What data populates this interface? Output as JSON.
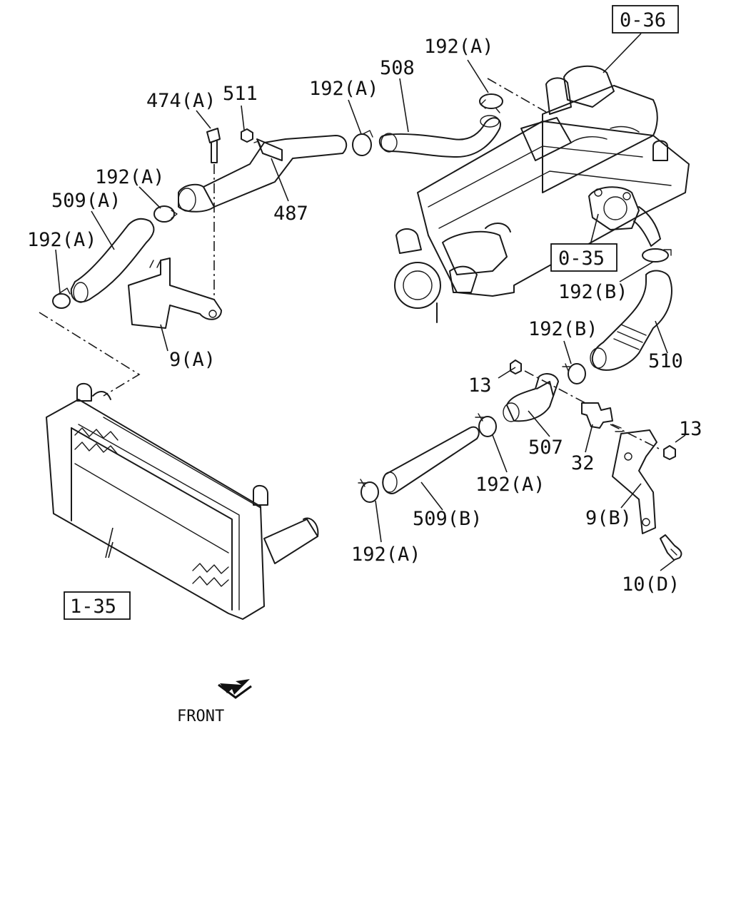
{
  "labels": {
    "ref_036": "0-36",
    "ref_035": "0-35",
    "ref_135": "1-35",
    "p192a_top": "192(A)",
    "p508": "508",
    "p192a_mid": "192(A)",
    "p474a": "474(A)",
    "p511": "511",
    "p192a_left": "192(A)",
    "p509a": "509(A)",
    "p487": "487",
    "p192a_far": "192(A)",
    "p9a": "9(A)",
    "p192b_upper": "192(B)",
    "p192b_lower": "192(B)",
    "p510": "510",
    "p13_left": "13",
    "p507": "507",
    "p32": "32",
    "p13_right": "13",
    "p192a_507": "192(A)",
    "p509b": "509(B)",
    "p9b": "9(B)",
    "p192a_bottom": "192(A)",
    "p10d": "10(D)",
    "front": "FRONT"
  },
  "icons": {
    "front_arrow": "front-arrow-icon"
  }
}
